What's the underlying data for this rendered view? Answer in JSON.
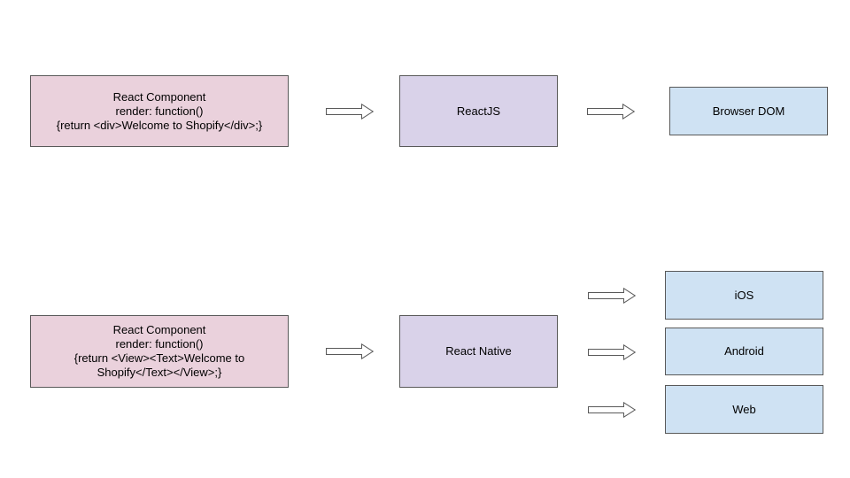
{
  "top_row": {
    "component": {
      "lines": [
        "React Component",
        "render: function()",
        "{return <div>Welcome to Shopify</div>;}"
      ],
      "color": "#ead1dc"
    },
    "renderer": {
      "label": "ReactJS",
      "color": "#d9d2e9"
    },
    "target": {
      "label": "Browser DOM",
      "color": "#cfe2f3"
    }
  },
  "bottom_row": {
    "component": {
      "lines": [
        "React Component",
        "render: function()",
        "{return <View><Text>Welcome to",
        "Shopify</Text></View>;}"
      ],
      "color": "#ead1dc"
    },
    "renderer": {
      "label": "React Native",
      "color": "#d9d2e9"
    },
    "targets": [
      {
        "label": "iOS",
        "color": "#cfe2f3"
      },
      {
        "label": "Android",
        "color": "#cfe2f3"
      },
      {
        "label": "Web",
        "color": "#cfe2f3"
      }
    ]
  },
  "arrow_icon": "right-block-arrow"
}
